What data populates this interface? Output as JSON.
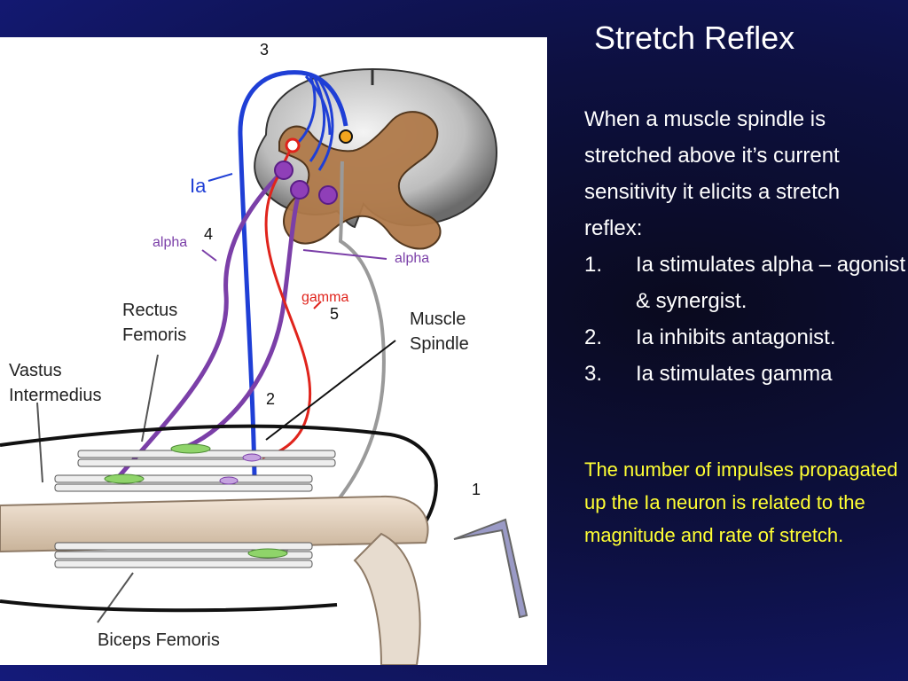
{
  "slide": {
    "title": "Stretch Reflex",
    "intro": "When a muscle spindle is stretched above it’s current sensitivity it elicits a stretch reflex:",
    "steps": [
      {
        "num": "1.",
        "text": "Ia stimulates alpha – agonist & synergist."
      },
      {
        "num": "2.",
        "text": "Ia inhibits antagonist."
      },
      {
        "num": "3.",
        "text": "Ia stimulates gamma"
      }
    ],
    "note": "The number of impulses propagated up the Ia neuron is related to the magnitude and rate of stretch."
  },
  "figure": {
    "labels": {
      "n3": "3",
      "ia": "Ia",
      "alpha_left": "alpha",
      "n4": "4",
      "alpha_right": "alpha",
      "gamma": "gamma",
      "n5": "5",
      "rectus_1": "Rectus",
      "rectus_2": "Femoris",
      "spindle_1": "Muscle",
      "spindle_2": "Spindle",
      "vastus_1": "Vastus",
      "vastus_2": "Intermedius",
      "n2": "2",
      "n1": "1",
      "biceps": "Biceps Femoris"
    },
    "colors": {
      "ia": "#1f3fd6",
      "alpha": "#7b3fa8",
      "gamma": "#e0241c",
      "spindle_fiber": "#9a9a9a",
      "grey_matter": "#b07a4a",
      "white_matter": "#c8c8c8",
      "spindle_green": "#8fd46a"
    }
  }
}
